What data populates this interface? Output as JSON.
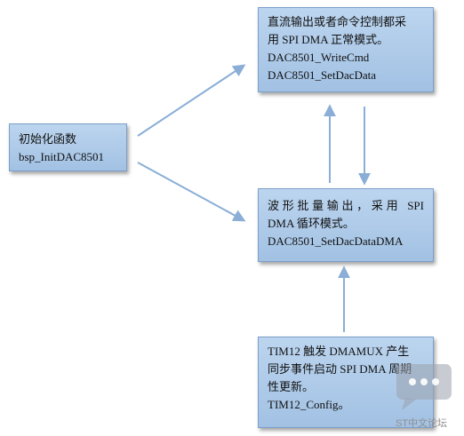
{
  "nodes": {
    "init": {
      "lines": [
        "初始化函数",
        "bsp_InitDAC8501"
      ]
    },
    "direct": {
      "lines": [
        "直流输出或者命令控制都采",
        "用 SPI DMA 正常模式。",
        "DAC8501_WriteCmd",
        "DAC8501_SetDacData"
      ]
    },
    "wave": {
      "lines": [
        "波形批量输出，采用 SPI",
        "DMA 循环模式。",
        "DAC8501_SetDacDataDMA"
      ]
    },
    "timer": {
      "lines": [
        "TIM12 触发 DMAMUX 产生",
        "同步事件启动 SPI DMA 周期",
        "性更新。",
        "TIM12_Config。"
      ]
    }
  },
  "watermark": {
    "text": "ST中文论坛",
    "icon": "chat-bubble-icon"
  },
  "colors": {
    "box_fill_top": "#bcd5ef",
    "box_fill_bottom": "#a2c1e3",
    "box_border": "#7b9fc9",
    "arrow": "#8aaed6"
  }
}
